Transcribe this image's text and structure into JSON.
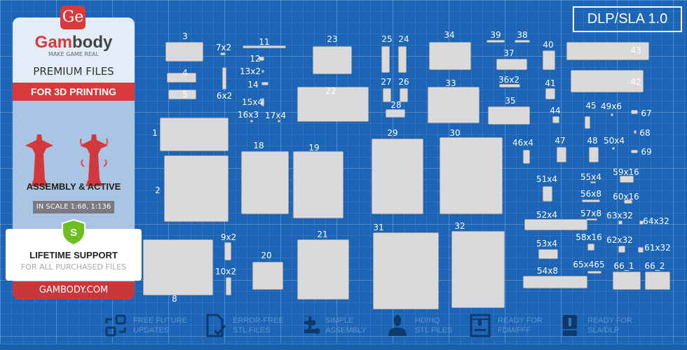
{
  "promo": {
    "logo_badge": "Ge",
    "brand_red": "Gam",
    "brand_dark": "body",
    "tagline": "MAKE GAME REAL",
    "premium": "PREMIUM FILES",
    "for3d": "FOR 3D PRINTING",
    "assembly": "ASSEMBLY & ACTIVE",
    "scale": "IN SCALE 1:68, 1:136",
    "shield_letter": "S",
    "support_title": "LIFETIME SUPPORT",
    "support_sub": "FOR ALL PURCHASED FILES",
    "site": "GAMBODY.COM"
  },
  "title": "DLP/SLA 1.0",
  "parts": [
    "1",
    "2",
    "3",
    "4",
    "5",
    "6x2",
    "7x2",
    "8",
    "9x2",
    "10x2",
    "11",
    "12",
    "13x2",
    "14",
    "15x4",
    "16x3",
    "17x4",
    "18",
    "19",
    "20",
    "21",
    "22",
    "23",
    "24",
    "25",
    "26",
    "27",
    "28",
    "29",
    "30",
    "31",
    "32",
    "33",
    "34",
    "35",
    "36x2",
    "37",
    "38",
    "39",
    "40",
    "41",
    "42",
    "43",
    "44",
    "45",
    "46x4",
    "47",
    "48",
    "49x6",
    "50x4",
    "51x4",
    "52x4",
    "53x4",
    "54x8",
    "55x4",
    "56x8",
    "57x8",
    "58x16",
    "59x16",
    "60x16",
    "61x32",
    "62x32",
    "63x32",
    "64x32",
    "65x465",
    "66_1",
    "66_2",
    "67",
    "68",
    "69"
  ],
  "features": [
    {
      "icon": "refresh-icon",
      "line1": "FREE FUTURE",
      "line2": "UPDATES"
    },
    {
      "icon": "file-check-icon",
      "line1": "ERROR-FREE",
      "line2": "STL FILES"
    },
    {
      "icon": "puzzle-icon",
      "line1": "SIMPLE",
      "line2": "ASSEMBLY"
    },
    {
      "icon": "bust-icon",
      "line1": "HD/HQ",
      "line2": "STL FILES"
    },
    {
      "icon": "fdm-printer-icon",
      "line1": "READY FOR",
      "line2": "FDM/FFF"
    },
    {
      "icon": "sla-printer-icon",
      "line1": "READY FOR",
      "line2": "SLA/DLP"
    }
  ],
  "colors": {
    "background": "#1c64b6",
    "accent": "#d9393a",
    "shield": "#6cbf1f"
  }
}
